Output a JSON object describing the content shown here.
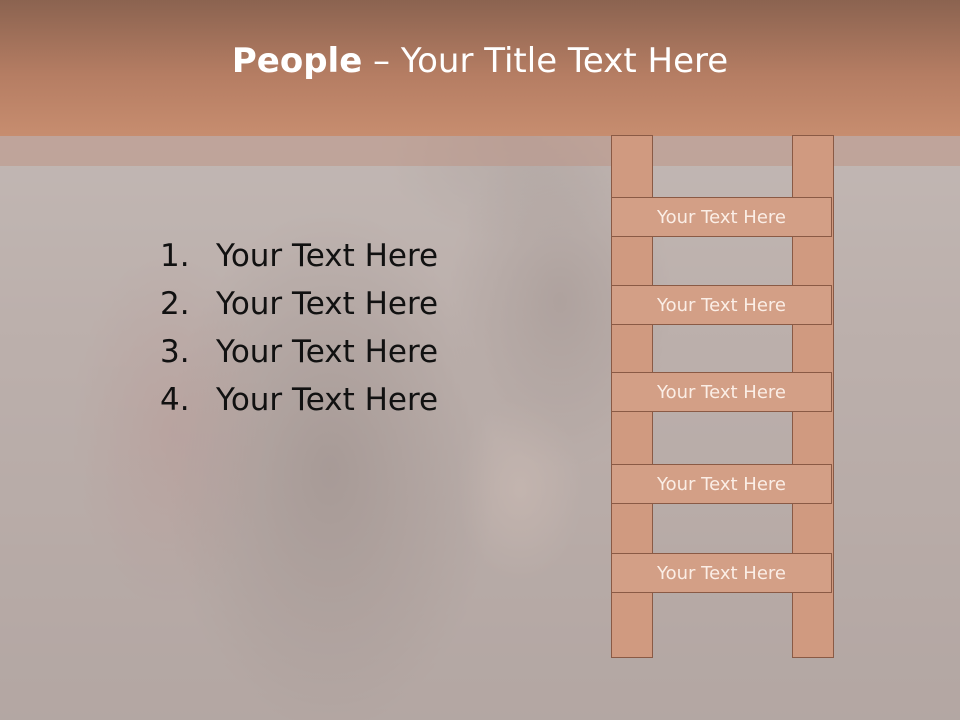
{
  "title": {
    "bold": "People",
    "rest": " – Your Title Text Here"
  },
  "list": [
    {
      "num": "1.",
      "text": "Your Text Here"
    },
    {
      "num": "2.",
      "text": "Your Text Here"
    },
    {
      "num": "3.",
      "text": "Your Text Here"
    },
    {
      "num": "4.",
      "text": "Your Text Here"
    }
  ],
  "ladder": {
    "rungs": [
      "Your Text Here",
      "Your Text Here",
      "Your Text Here",
      "Your Text Here",
      "Your Text Here"
    ]
  },
  "colors": {
    "title_bar": "#b57d63",
    "ladder_fill": "#d39f86",
    "ladder_border": "#8a5a45",
    "slide_background": "#cfc9c6"
  }
}
